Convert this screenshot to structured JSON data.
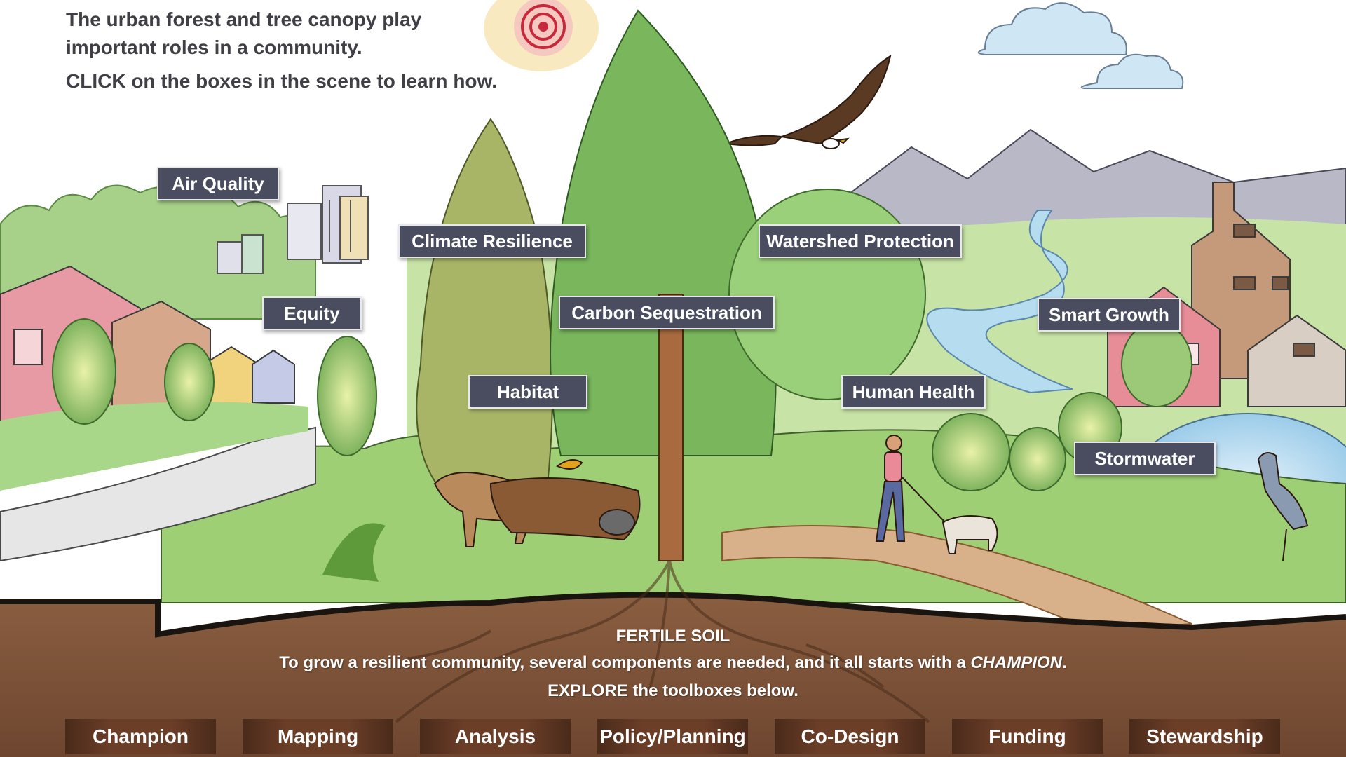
{
  "intro": {
    "line1": "The urban forest and tree canopy play",
    "line2": "important roles in a community.",
    "line3": "CLICK on the boxes in the scene to learn how."
  },
  "topics": [
    {
      "label": "Air Quality"
    },
    {
      "label": "Climate Resilience"
    },
    {
      "label": "Watershed Protection"
    },
    {
      "label": "Equity"
    },
    {
      "label": "Carbon Sequestration"
    },
    {
      "label": "Smart Growth"
    },
    {
      "label": "Habitat"
    },
    {
      "label": "Human Health"
    },
    {
      "label": "Stormwater"
    }
  ],
  "soil": {
    "heading": "FERTILE SOIL",
    "line_prefix": "To grow a resilient community, several components are needed, and it all starts with a ",
    "line_champion": "CHAMPION",
    "line_suffix": ".",
    "explore": "EXPLORE the toolboxes below."
  },
  "toolboxes": [
    {
      "label": "Champion"
    },
    {
      "label": "Mapping"
    },
    {
      "label": "Analysis"
    },
    {
      "label": "Policy/Planning"
    },
    {
      "label": "Co-Design"
    },
    {
      "label": "Funding"
    },
    {
      "label": "Stewardship"
    }
  ],
  "colors": {
    "label_box": "#4a4d5f",
    "toolbox": "#6b3e28",
    "soil": "#7a5238",
    "grass": "#8cc26a"
  }
}
